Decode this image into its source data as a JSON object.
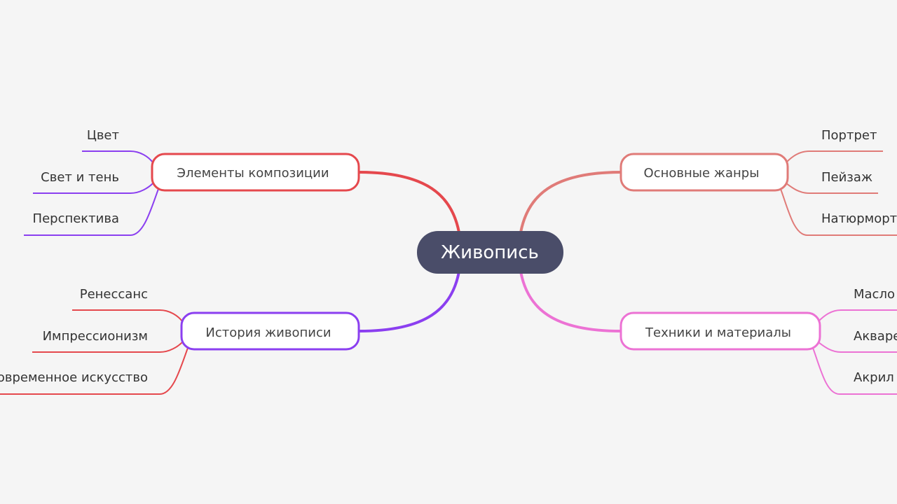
{
  "center": {
    "label": "Живопись",
    "color": "#4a4d69"
  },
  "branches": [
    {
      "label": "Элементы композиции",
      "color": "#e5484d",
      "leaf_color": "#8b3ff0",
      "leaves": [
        "Цвет",
        "Свет и тень",
        "Перспектива"
      ]
    },
    {
      "label": "Основные жанры",
      "color": "#e07b78",
      "leaf_color": "#e07b78",
      "leaves": [
        "Портрет",
        "Пейзаж",
        "Натюрморт"
      ]
    },
    {
      "label": "История живописи",
      "color": "#8b3ff0",
      "leaf_color": "#e5484d",
      "leaves": [
        "Ренессанс",
        "Импрессионизм",
        "Современное искусство"
      ]
    },
    {
      "label": "Техники и материалы",
      "color": "#ec72d4",
      "leaf_color": "#ec72d4",
      "leaves": [
        "Масло",
        "Акварель",
        "Акрил"
      ]
    }
  ]
}
